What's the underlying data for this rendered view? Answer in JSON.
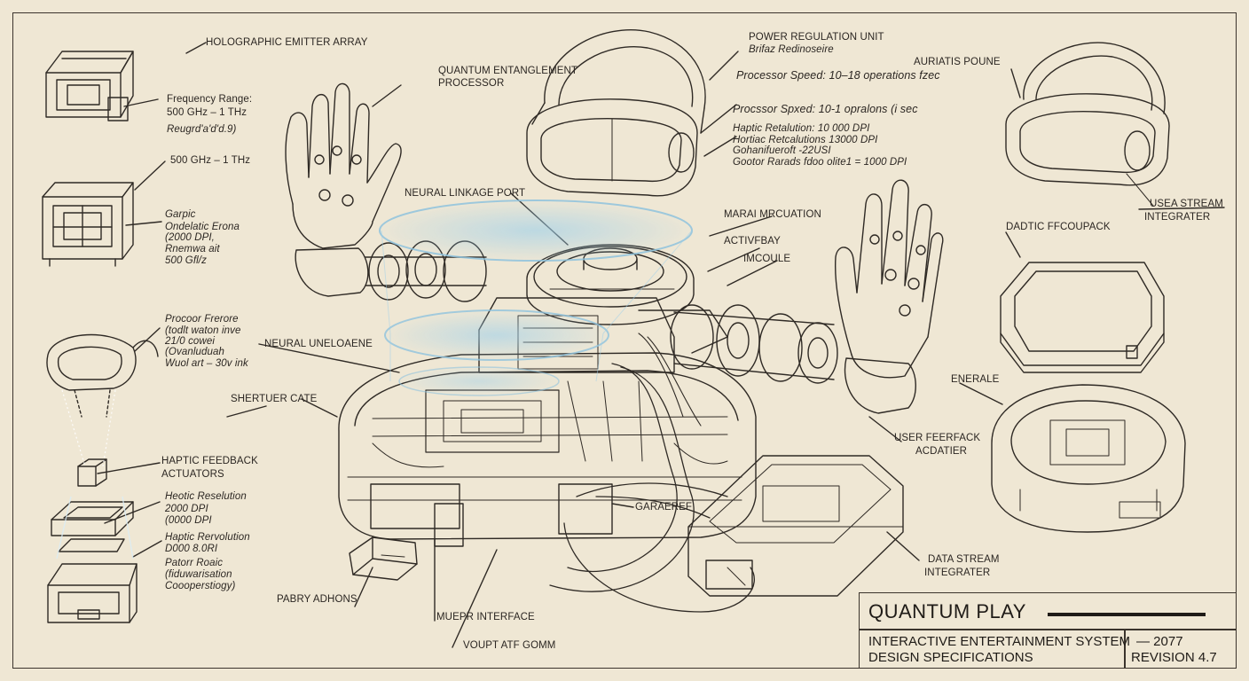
{
  "sheet": {
    "title": "QUANTUM PLAY",
    "subtitle_line1": "INTERACTIVE ENTERTAINMENT SYSTEM",
    "subtitle_line2": "DESIGN SPECIFICATIONS",
    "year": "— 2077",
    "revision": "REVISION 4.7"
  },
  "labels": {
    "holographic_emitter": "HOLOGRAPHIC EMITTER ARRAY",
    "freq_range": "Frequency Range:",
    "freq_value": "500 GHz – 1 THz",
    "freq_note": "Reugrd'a'd'd.9)",
    "freq_value2": "500 GHz – 1 THz",
    "garpic": "Garpic",
    "garpic_l2": "Ondelatic Erona",
    "garpic_l3": "(2000 DPI,",
    "garpic_l4": "Rnemwa ait",
    "garpic_l5": "500 Gfl/z",
    "proc_left_l1": "Procoor Frerore",
    "proc_left_l2": "(todlt waton inve",
    "proc_left_l3": "21/0 cowei",
    "proc_left_l4": "(Ovanluduah",
    "proc_left_l5": "Wuol art – 30v ink",
    "haptic_actuators_l1": "HAPTIC FEEDBACK",
    "haptic_actuators_l2": "ACTUATORS",
    "heotic_res_l1": "Heotic Reselution",
    "heotic_res_l2": "2000 DPI",
    "heotic_res_l3": "(0000 DPI",
    "haptic_rev_l1": "Haptic Rervolution",
    "haptic_rev_l2": "D000 8.0RI",
    "patorr_l1": "Patorr Roaic",
    "patorr_l2": "(fiduwarisation",
    "patorr_l3": "Coooperstiogy)",
    "pabry_adhons": "PABRY ADHONS",
    "quantum_proc_l1": "QUANTUM ENTANGLEMENT",
    "quantum_proc_l2": "PROCESSOR",
    "neural_linkage": "NEURAL LINKAGE PORT",
    "neural_unel": "NEURAL UNELOAENE",
    "shertuer": "SHERTUER CATE",
    "muepr_interface": "MUEPR INTERFACE",
    "voupt": "VOUPT ATF GOMM",
    "garaeref": "GARAEREF",
    "power_reg_l1": "POWER REGULATION UNIT",
    "power_reg_l2": "Brifaz Redinoseire",
    "proc_speed_1": "Processor Speed: 10–18 operations fzec",
    "proc_speed_2": "Procssor Spxed:  10-1 opralons (i sec",
    "haptic_res_1": "Haptic Retalution: 10 000 DPI",
    "haptic_res_2": "Hortiac Retcalutions 13000 DPI",
    "haptic_res_3": "Gohanifueroft -22USI",
    "haptic_res_4": "Gootor Rarads fdoo olite1 = 1000 DPI",
    "marai": "MARAI MRCUATION",
    "activebay": "ACTIVFBAY",
    "imcoule": "IMCOULE",
    "user_feedback_l1": "USER FEERFACK",
    "user_feedback_l2": "ACDATIER",
    "auriatis": "AURIATIS POUNE",
    "usea_stream_l1": "USEA STREAM",
    "usea_stream_l2": "INTEGRATER",
    "dadtic": "DADTIC FFCOUPACK",
    "enerale": "ENERALE",
    "data_stream_l1": "DATA STREAM",
    "data_stream_l2": "INTEGRATER"
  },
  "colors": {
    "paper": "#efe7d4",
    "ink": "#2b2622",
    "hologram": "#8fc3de"
  }
}
